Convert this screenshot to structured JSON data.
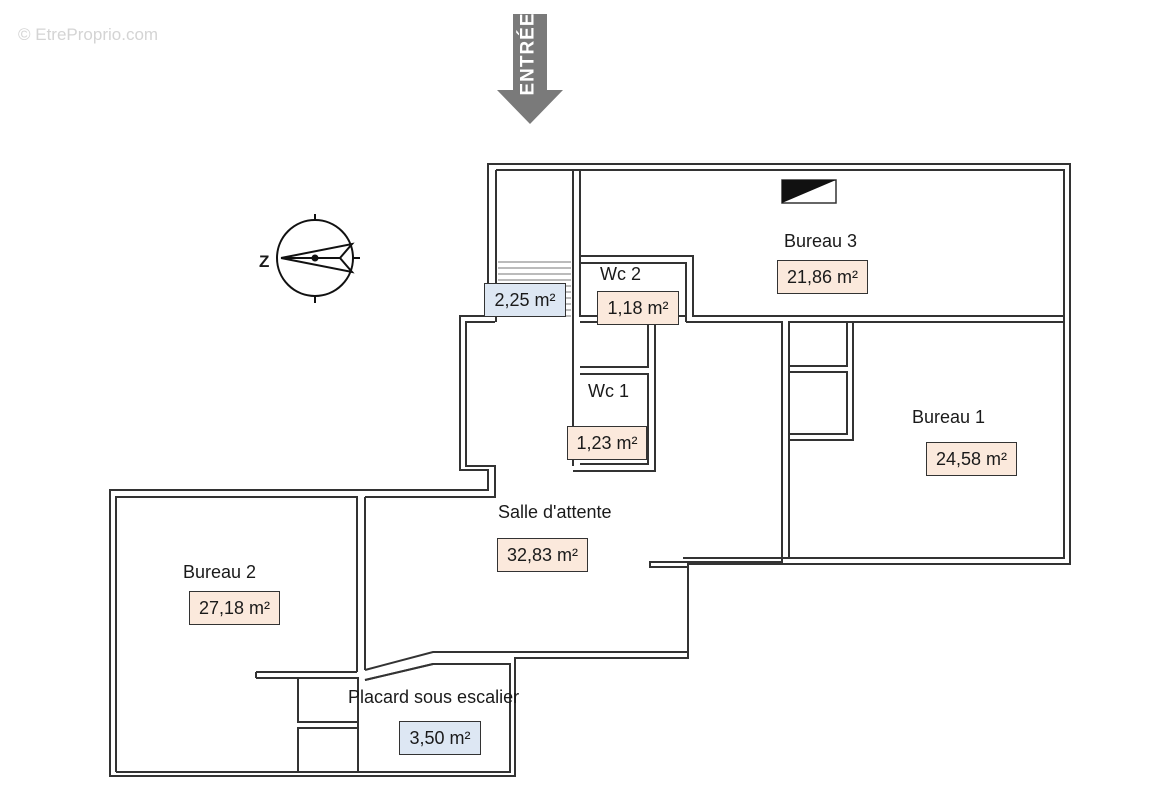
{
  "watermark": "© EtreProprio.com",
  "entrance_label": "ENTRÉE",
  "compass": {
    "north_label": "Z"
  },
  "colors": {
    "warm_area_bg": "#fbe9dc",
    "cool_area_bg": "#dde7f3",
    "wall": "#333333",
    "arrow": "#7a7a7a"
  },
  "rooms": {
    "bureau3": {
      "name": "Bureau 3",
      "area": "21,86 m²"
    },
    "wc2": {
      "name": "Wc 2",
      "area": "1,18 m²"
    },
    "stair": {
      "area": "2,25 m²"
    },
    "wc1": {
      "name": "Wc 1",
      "area": "1,23 m²"
    },
    "bureau1": {
      "name": "Bureau 1",
      "area": "24,58 m²"
    },
    "salle": {
      "name": "Salle d'attente",
      "area": "32,83 m²"
    },
    "bureau2": {
      "name": "Bureau 2",
      "area": "27,18 m²"
    },
    "placard": {
      "name": "Placard sous escalier",
      "area": "3,50 m²"
    }
  }
}
